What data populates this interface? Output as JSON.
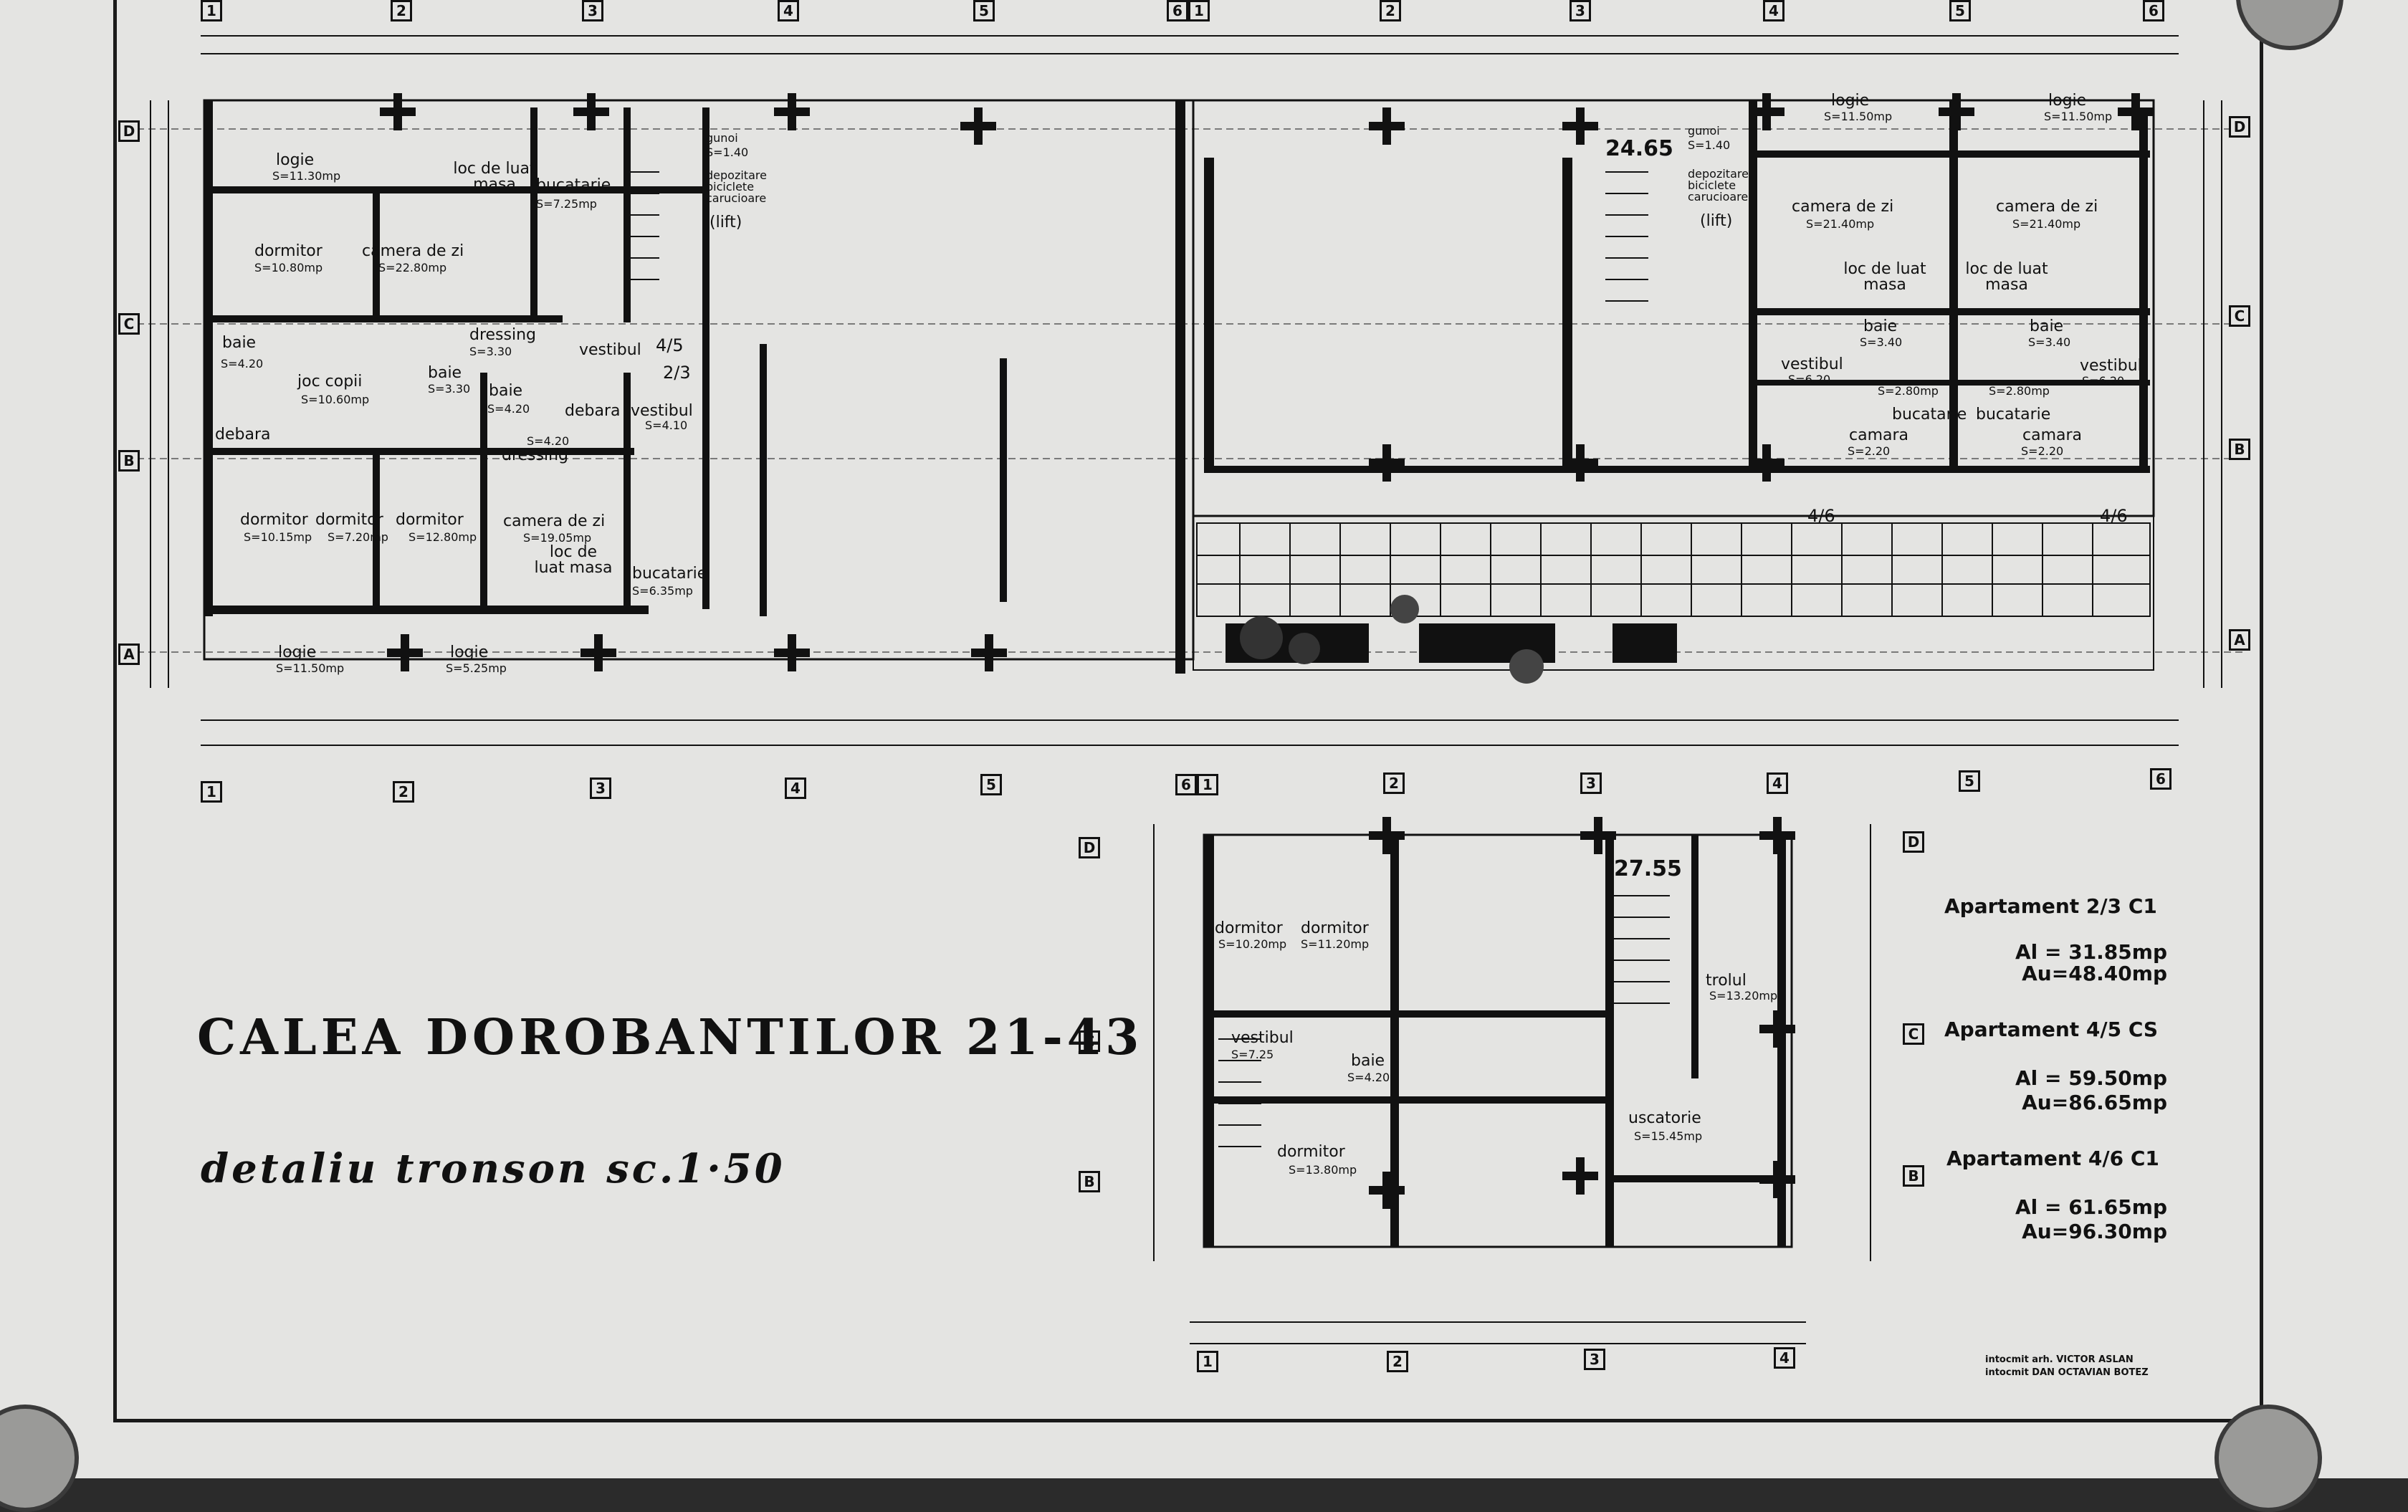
{
  "title": "CALEA DOROBANTILOR 21-43",
  "subtitle": "detaliu tronson sc.1·50",
  "levels": {
    "upper": "24.65",
    "lower": "27.55"
  },
  "grid_axes": {
    "columns": [
      "1",
      "2",
      "3",
      "4",
      "5",
      "6",
      "1",
      "2",
      "3",
      "4",
      "5",
      "6"
    ],
    "rows": [
      "D",
      "C",
      "B",
      "A"
    ]
  },
  "rooms_upper": [
    {
      "name": "logie",
      "area": "S=11.30mp"
    },
    {
      "name": "loc de luat masa",
      "area": ""
    },
    {
      "name": "bucatarie",
      "area": "S=7.25mp"
    },
    {
      "name": "gunoi",
      "area": "S=1.40"
    },
    {
      "name": "depozitare biciclete carucioare",
      "area": ""
    },
    {
      "name": "(lift)",
      "area": ""
    },
    {
      "name": "dormitor",
      "area": "S=10.80mp"
    },
    {
      "name": "camera de zi",
      "area": "S=22.80mp"
    },
    {
      "name": "dressing",
      "area": "S=3.30"
    },
    {
      "name": "vestibul",
      "area": ""
    },
    {
      "name": "baie",
      "area": "S=4.20"
    },
    {
      "name": "joc copii",
      "area": "S=10.60mp"
    },
    {
      "name": "baie",
      "area": "S=3.30"
    },
    {
      "name": "baie",
      "area": "S=4.20"
    },
    {
      "name": "debara",
      "area": ""
    },
    {
      "name": "vestibul",
      "area": "S=4.10"
    },
    {
      "name": "dressing",
      "area": "S=4.20"
    },
    {
      "name": "debara",
      "area": ""
    },
    {
      "name": "dormitor",
      "area": "S=10.15mp"
    },
    {
      "name": "dormitor",
      "area": "S=7.20mp"
    },
    {
      "name": "dormitor",
      "area": "S=12.80mp"
    },
    {
      "name": "camera de zi",
      "area": "S=19.05mp"
    },
    {
      "name": "loc de luat masa",
      "area": ""
    },
    {
      "name": "bucatarie",
      "area": "S=6.35mp"
    },
    {
      "name": "logie",
      "area": "S=11.50mp"
    },
    {
      "name": "logie",
      "area": "S=5.25mp"
    },
    {
      "name": "gunoi",
      "area": "S=1.40"
    },
    {
      "name": "depozitare biciclete carucioare",
      "area": ""
    },
    {
      "name": "(lift)",
      "area": ""
    },
    {
      "name": "logie",
      "area": "S=11.50mp"
    },
    {
      "name": "logie",
      "area": "S=11.50mp"
    },
    {
      "name": "camera de zi",
      "area": "S=21.40mp"
    },
    {
      "name": "camera de zi",
      "area": "S=21.40mp"
    },
    {
      "name": "loc de luat masa",
      "area": ""
    },
    {
      "name": "loc de luat masa",
      "area": ""
    },
    {
      "name": "vestibul",
      "area": "S=6.20"
    },
    {
      "name": "baie",
      "area": "S=3.40"
    },
    {
      "name": "baie",
      "area": "S=3.40"
    },
    {
      "name": "vestibul",
      "area": "S=6.20"
    },
    {
      "name": "bucatarie",
      "area": "S=2.80mp"
    },
    {
      "name": "bucatarie",
      "area": "S=2.80mp"
    },
    {
      "name": "camara",
      "area": "S=2.20"
    },
    {
      "name": "camara",
      "area": "S=2.20"
    }
  ],
  "markers": [
    "4/5",
    "2/3",
    "4/6",
    "4/6"
  ],
  "rooms_lower": [
    {
      "name": "dormitor",
      "area": "S=10.20mp"
    },
    {
      "name": "dormitor",
      "area": "S=11.20mp"
    },
    {
      "name": "vestibul",
      "area": "S=7.25"
    },
    {
      "name": "baie",
      "area": "S=4.20"
    },
    {
      "name": "dormitor",
      "area": "S=13.80mp"
    },
    {
      "name": "trolul",
      "area": "S=13.20mp"
    },
    {
      "name": "uscatorie",
      "area": "S=15.45mp"
    }
  ],
  "apartments": [
    {
      "title": "Apartament 2/3 C1",
      "Al": "Al = 31.85mp",
      "Au": "Au=48.40mp"
    },
    {
      "title": "Apartament 4/5 CS",
      "Al": "Al = 59.50mp",
      "Au": "Au=86.65mp"
    },
    {
      "title": "Apartament 4/6 C1",
      "Al": "Al = 61.65mp",
      "Au": "Au=96.30mp"
    }
  ],
  "credits": [
    "intocmit arh. VICTOR ASLAN",
    "intocmit DAN OCTAVIAN BOTEZ"
  ],
  "colors": {
    "paper": "#e4e4e2",
    "ink": "#111111",
    "border": "#2b2b2b"
  }
}
